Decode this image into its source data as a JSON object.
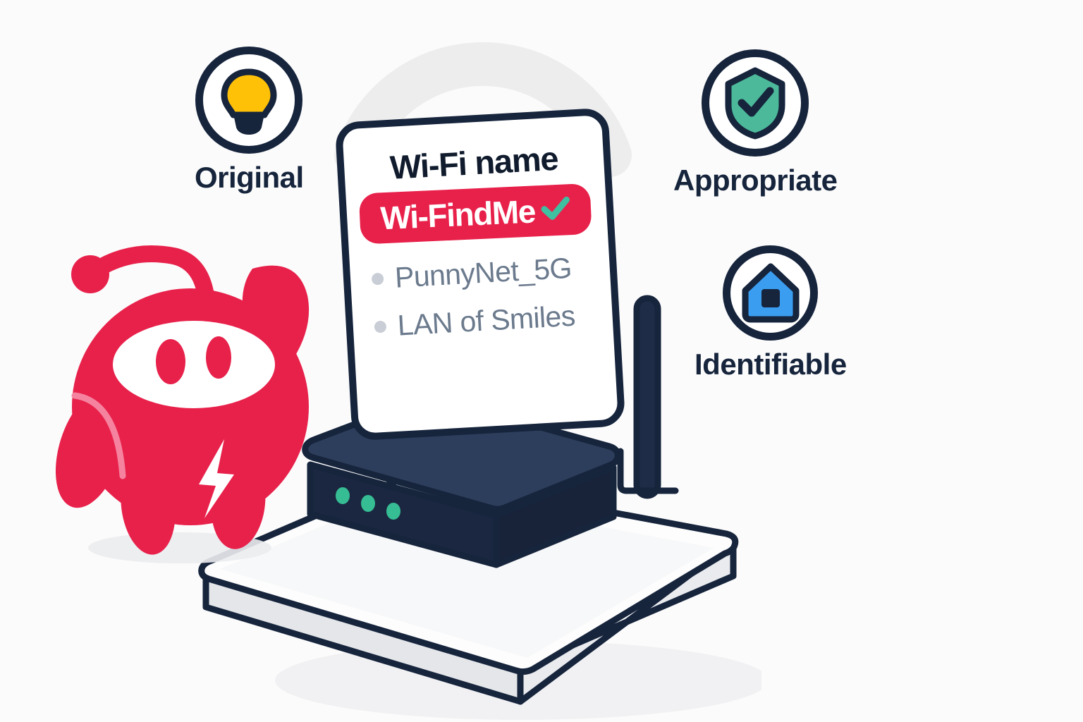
{
  "background_color": "#fbfbfb",
  "palette": {
    "ink": "#16243c",
    "ink_dark": "#101b2d",
    "red": "#e8214b",
    "red_light": "#f5839f",
    "amber": "#ffc107",
    "green": "#4cb99a",
    "teal_check": "#3fc0a0",
    "blue": "#3a9df0",
    "gray_text": "#6b7a8d",
    "gray_bullet": "#c9ced6",
    "wifi_arc": "#ececec",
    "platform_top": "#fdfdfd",
    "platform_side": "#e2e4e7",
    "router_top": "#2d3e5c",
    "router_front": "#1b2740",
    "led_green": "#36bd94",
    "shadow": "#e8eaec"
  },
  "badges": [
    {
      "id": "original",
      "label": "Original",
      "icon": "lightbulb-icon",
      "icon_color": "#ffc107"
    },
    {
      "id": "appropriate",
      "label": "Appropriate",
      "icon": "shield-check-icon",
      "icon_color": "#4cb99a"
    },
    {
      "id": "identifiable",
      "label": "Identifiable",
      "icon": "house-icon",
      "icon_color": "#3a9df0"
    }
  ],
  "card": {
    "title": "Wi-Fi name",
    "selected_ssid": "Wi-FindMe",
    "selected_verified_icon": "check-icon",
    "alternatives": [
      "PunnyNet_5G",
      "LAN of Smiles"
    ]
  },
  "router": {
    "led_count": 3,
    "led_color": "#36bd94",
    "antenna_icon": "antenna-icon"
  },
  "wifi_signal": {
    "icon": "wifi-arcs-icon",
    "arc_count": 2
  },
  "mascot": {
    "icon": "robot-mascot-icon",
    "body_color": "#e8214b",
    "bolt_icon": "lightning-bolt-icon",
    "eye_count": 2
  }
}
